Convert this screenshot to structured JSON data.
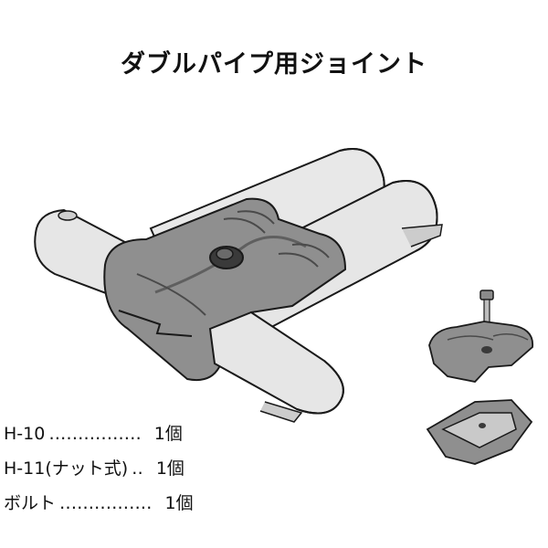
{
  "title": "ダブルパイプ用ジョイント",
  "parts": [
    {
      "name": "H-10",
      "dots": "‥‥‥‥‥‥‥‥",
      "qty": "1個"
    },
    {
      "name": "H-11(ナット式)",
      "dots": "‥",
      "qty": "1個"
    },
    {
      "name": "ボルト",
      "dots": "‥‥‥‥‥‥‥‥",
      "qty": "1個"
    }
  ],
  "colors": {
    "metal": "#8f8f8f",
    "metal_dark": "#5f5f5f",
    "pipe": "#e6e6e6",
    "line": "#1a1a1a"
  }
}
